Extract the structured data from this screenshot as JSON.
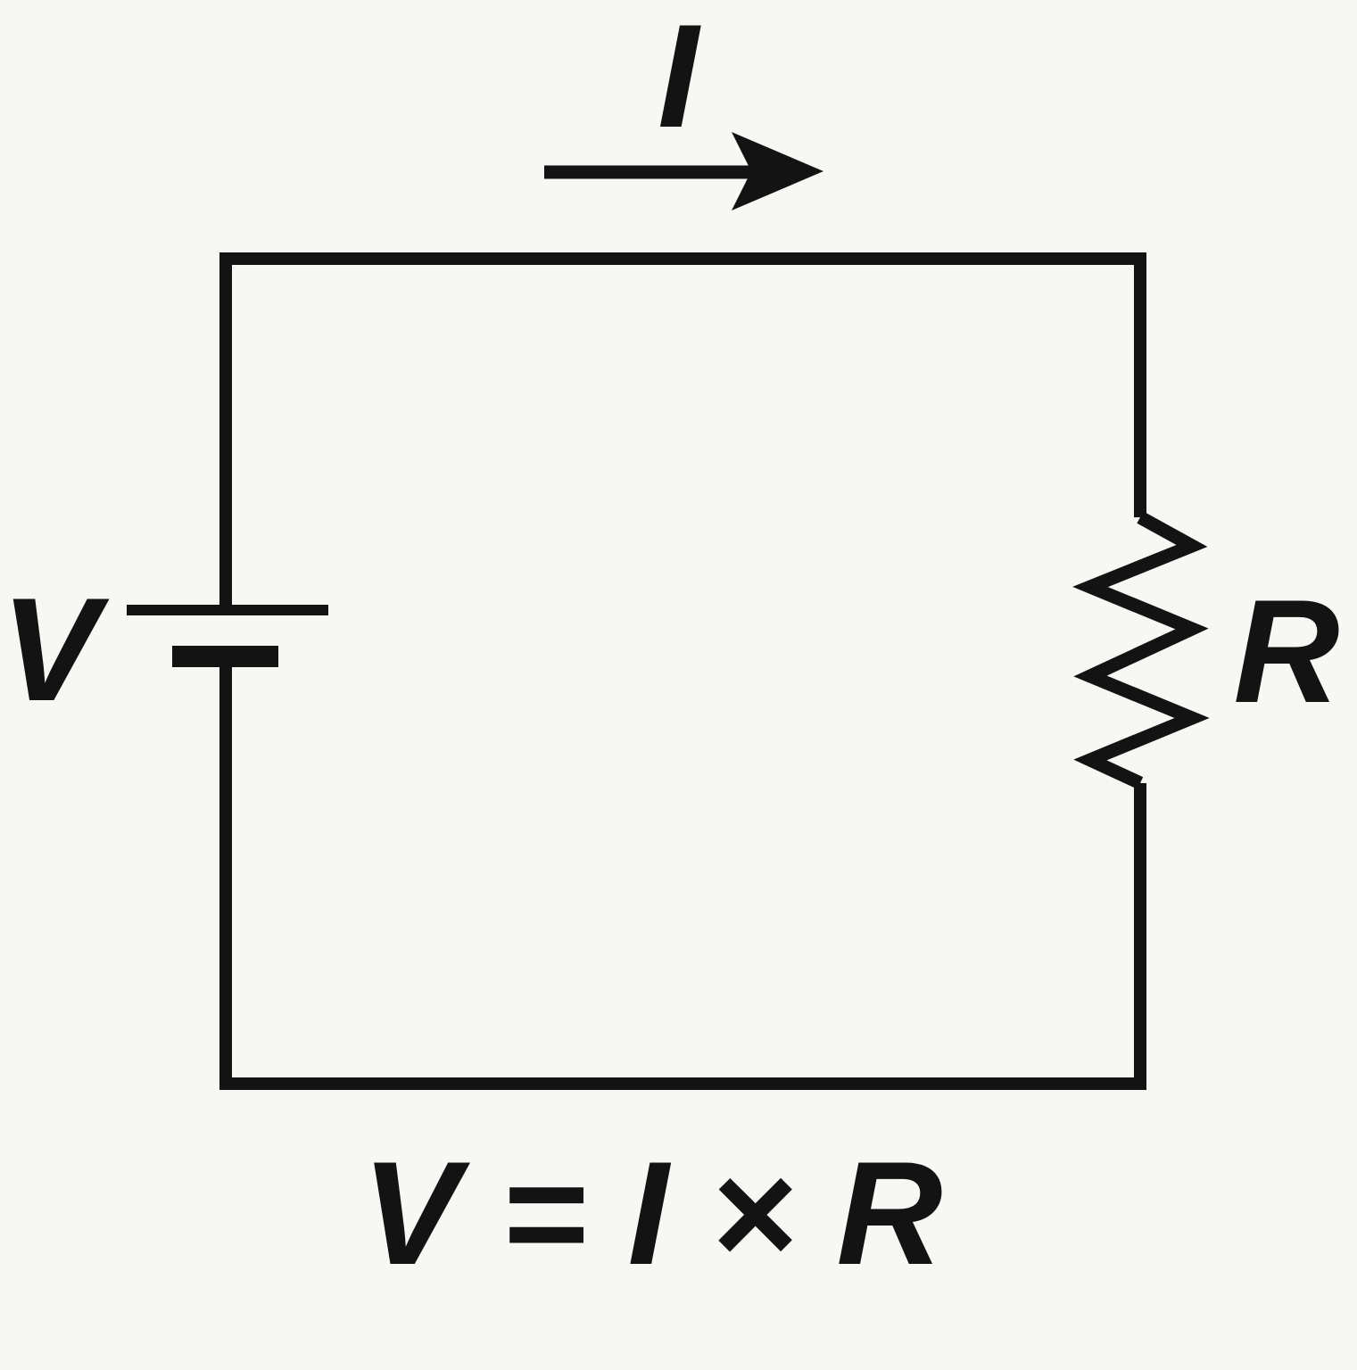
{
  "diagram": {
    "type": "circuit-schematic",
    "labels": {
      "current": "I",
      "voltage": "V",
      "resistance": "R"
    },
    "formula": "V = I × R",
    "colors": {
      "line": "#131313",
      "background": "#f7f7f4"
    },
    "icons": {
      "battery": "battery-cell-symbol",
      "resistor": "resistor-zigzag-symbol",
      "arrow": "right-arrow-icon"
    }
  }
}
